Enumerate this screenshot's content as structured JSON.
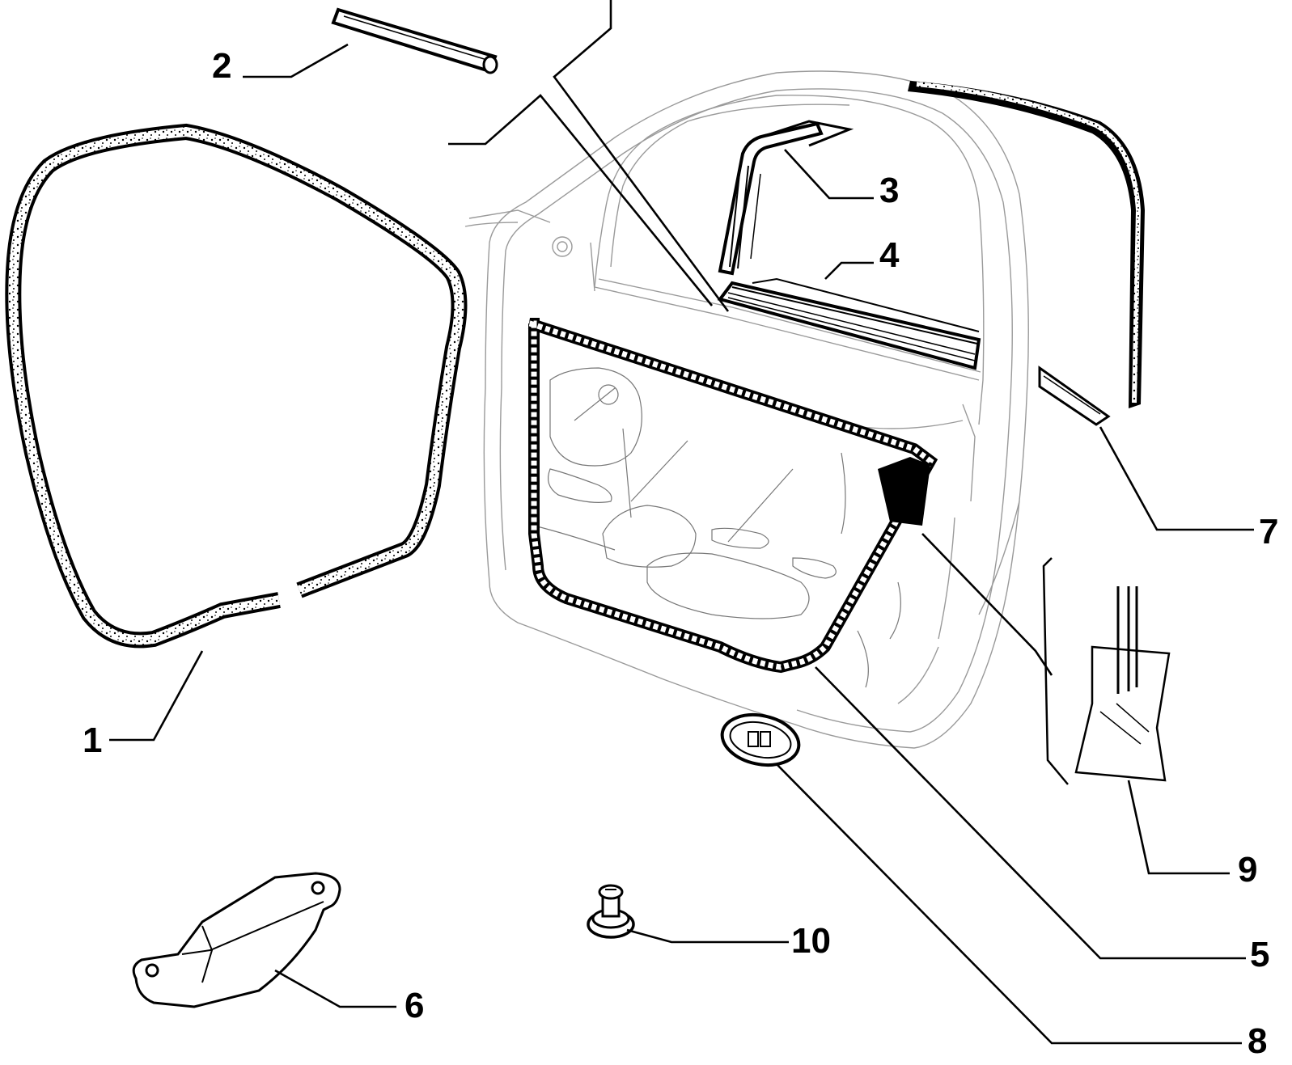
{
  "diagram": {
    "type": "exploded-parts-diagram",
    "callouts": [
      {
        "id": "1",
        "label": "1"
      },
      {
        "id": "2",
        "label": "2"
      },
      {
        "id": "3",
        "label": "3"
      },
      {
        "id": "4",
        "label": "4"
      },
      {
        "id": "5",
        "label": "5"
      },
      {
        "id": "6",
        "label": "6"
      },
      {
        "id": "7",
        "label": "7"
      },
      {
        "id": "8",
        "label": "8"
      },
      {
        "id": "9",
        "label": "9"
      },
      {
        "id": "10",
        "label": "10"
      }
    ]
  }
}
